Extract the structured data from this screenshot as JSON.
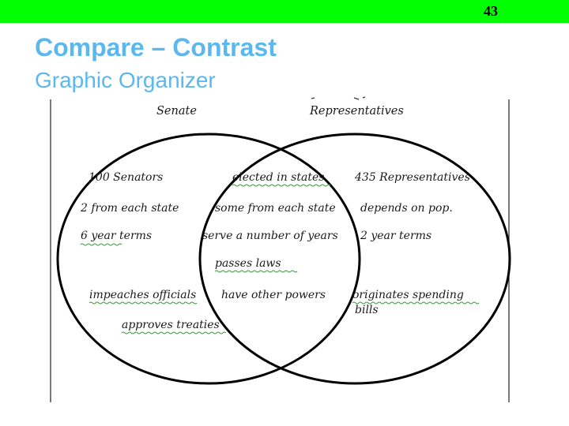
{
  "slide_number": "43",
  "title": "Compare – Contrast",
  "subtitle": "Graphic Organizer",
  "colors": {
    "top_bar": "#00ff00",
    "title": "#5bb8ef",
    "ink": "#000000"
  },
  "venn": {
    "left_heading": "Senate",
    "right_heading": "Representatives",
    "left_items": [
      "100 Senators",
      "2 from each state",
      "6 year terms",
      "impeaches officials",
      "approves treaties"
    ],
    "middle_items": [
      "elected in states",
      "some from each state",
      "serve a number of years",
      "passes laws",
      "have other powers"
    ],
    "right_items": [
      "435 Representatives",
      "depends on pop.",
      "2 year terms",
      "originates spending",
      "bills"
    ]
  }
}
